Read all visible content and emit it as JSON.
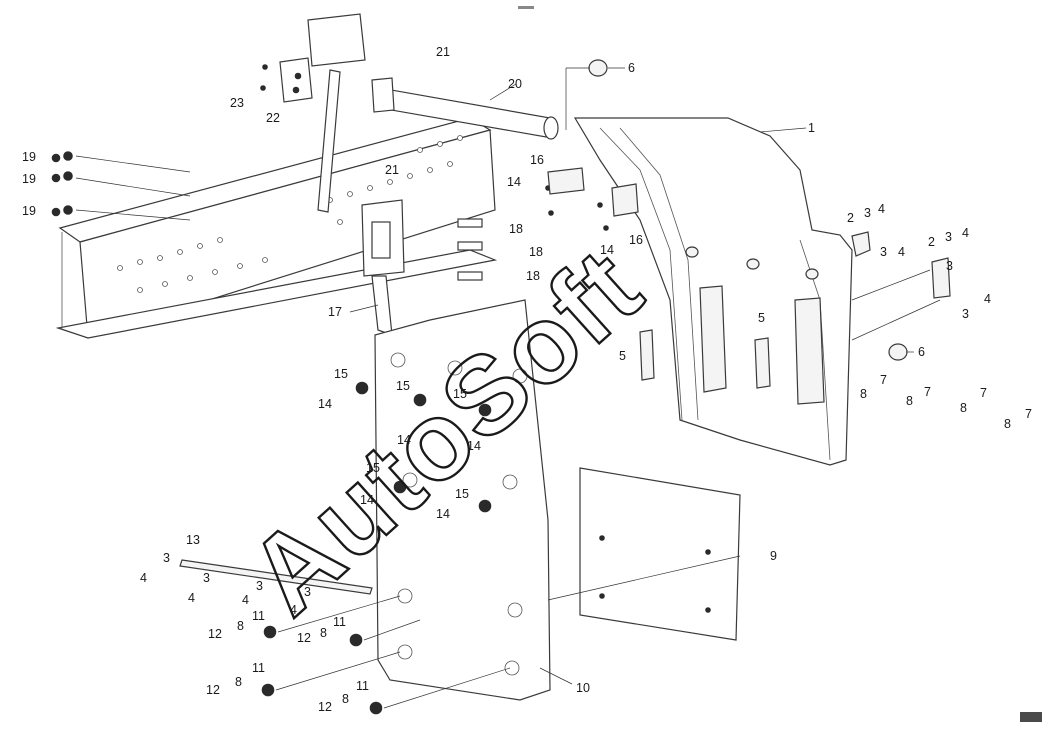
{
  "watermark": "AutoSoft",
  "corner_mark": "",
  "callouts": [
    {
      "id": "c1",
      "text": "1"
    },
    {
      "id": "c2a",
      "text": "2"
    },
    {
      "id": "c3a",
      "text": "3"
    },
    {
      "id": "c4a",
      "text": "4"
    },
    {
      "id": "c2b",
      "text": "2"
    },
    {
      "id": "c3b",
      "text": "3"
    },
    {
      "id": "c4b",
      "text": "4"
    },
    {
      "id": "c3c",
      "text": "3"
    },
    {
      "id": "c4c",
      "text": "4"
    },
    {
      "id": "c3d",
      "text": "3"
    },
    {
      "id": "c4d",
      "text": "4"
    },
    {
      "id": "c3e",
      "text": "3"
    },
    {
      "id": "c5a",
      "text": "5"
    },
    {
      "id": "c5b",
      "text": "5"
    },
    {
      "id": "c6a",
      "text": "6"
    },
    {
      "id": "c6b",
      "text": "6"
    },
    {
      "id": "c7a",
      "text": "7"
    },
    {
      "id": "c7b",
      "text": "7"
    },
    {
      "id": "c7c",
      "text": "7"
    },
    {
      "id": "c7d",
      "text": "7"
    },
    {
      "id": "c8a",
      "text": "8"
    },
    {
      "id": "c8b",
      "text": "8"
    },
    {
      "id": "c8c",
      "text": "8"
    },
    {
      "id": "c8d",
      "text": "8"
    },
    {
      "id": "c9",
      "text": "9"
    },
    {
      "id": "c10",
      "text": "10"
    },
    {
      "id": "c11a",
      "text": "11"
    },
    {
      "id": "c11b",
      "text": "11"
    },
    {
      "id": "c11c",
      "text": "11"
    },
    {
      "id": "c11d",
      "text": "11"
    },
    {
      "id": "c12a",
      "text": "12"
    },
    {
      "id": "c12b",
      "text": "12"
    },
    {
      "id": "c12c",
      "text": "12"
    },
    {
      "id": "c12d",
      "text": "12"
    },
    {
      "id": "c8e",
      "text": "8"
    },
    {
      "id": "c8f",
      "text": "8"
    },
    {
      "id": "c8g",
      "text": "8"
    },
    {
      "id": "c8h",
      "text": "8"
    },
    {
      "id": "c13",
      "text": "13"
    },
    {
      "id": "c3f",
      "text": "3"
    },
    {
      "id": "c4e",
      "text": "4"
    },
    {
      "id": "c3g",
      "text": "3"
    },
    {
      "id": "c4f",
      "text": "4"
    },
    {
      "id": "c3h",
      "text": "3"
    },
    {
      "id": "c4g",
      "text": "4"
    },
    {
      "id": "c3i",
      "text": "3"
    },
    {
      "id": "c4h",
      "text": "4"
    },
    {
      "id": "c14a",
      "text": "14"
    },
    {
      "id": "c14b",
      "text": "14"
    },
    {
      "id": "c14c",
      "text": "14"
    },
    {
      "id": "c14d",
      "text": "14"
    },
    {
      "id": "c14e",
      "text": "14"
    },
    {
      "id": "c14f",
      "text": "14"
    },
    {
      "id": "c14g",
      "text": "14"
    },
    {
      "id": "c15a",
      "text": "15"
    },
    {
      "id": "c15b",
      "text": "15"
    },
    {
      "id": "c15c",
      "text": "15"
    },
    {
      "id": "c15d",
      "text": "15"
    },
    {
      "id": "c15e",
      "text": "15"
    },
    {
      "id": "c16a",
      "text": "16"
    },
    {
      "id": "c16b",
      "text": "16"
    },
    {
      "id": "c17",
      "text": "17"
    },
    {
      "id": "c18a",
      "text": "18"
    },
    {
      "id": "c18b",
      "text": "18"
    },
    {
      "id": "c18c",
      "text": "18"
    },
    {
      "id": "c19a",
      "text": "19"
    },
    {
      "id": "c19b",
      "text": "19"
    },
    {
      "id": "c19c",
      "text": "19"
    },
    {
      "id": "c20",
      "text": "20"
    },
    {
      "id": "c21a",
      "text": "21"
    },
    {
      "id": "c21b",
      "text": "21"
    },
    {
      "id": "c22",
      "text": "22"
    },
    {
      "id": "c23",
      "text": "23"
    }
  ]
}
